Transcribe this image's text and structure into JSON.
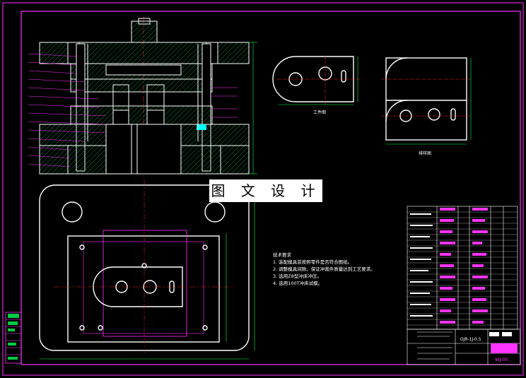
{
  "overlay_title": "图 文 设 计",
  "technical_requirements": {
    "heading": "技术要求",
    "items": [
      "1. 装配模具前按照零件是否符合图纸。",
      "2. 调整模具间隙，保证冲裁件质量达到工艺要求。",
      "3. 选用Z8型冲床冲压。",
      "4. 选用100T冲床试模。"
    ]
  },
  "labels": {
    "workpiece": "工件图",
    "layout": "排样图",
    "drawing_no": "WJ-00",
    "title_code": "GJR-1J-0.5"
  },
  "colors": {
    "background": "#000000",
    "outline": "#ffffff",
    "centerline": "#ff2020",
    "dimension": "#00ff44",
    "frame": "#ff33ff",
    "hatch": "#00cc66",
    "accent": "#00ffff"
  }
}
